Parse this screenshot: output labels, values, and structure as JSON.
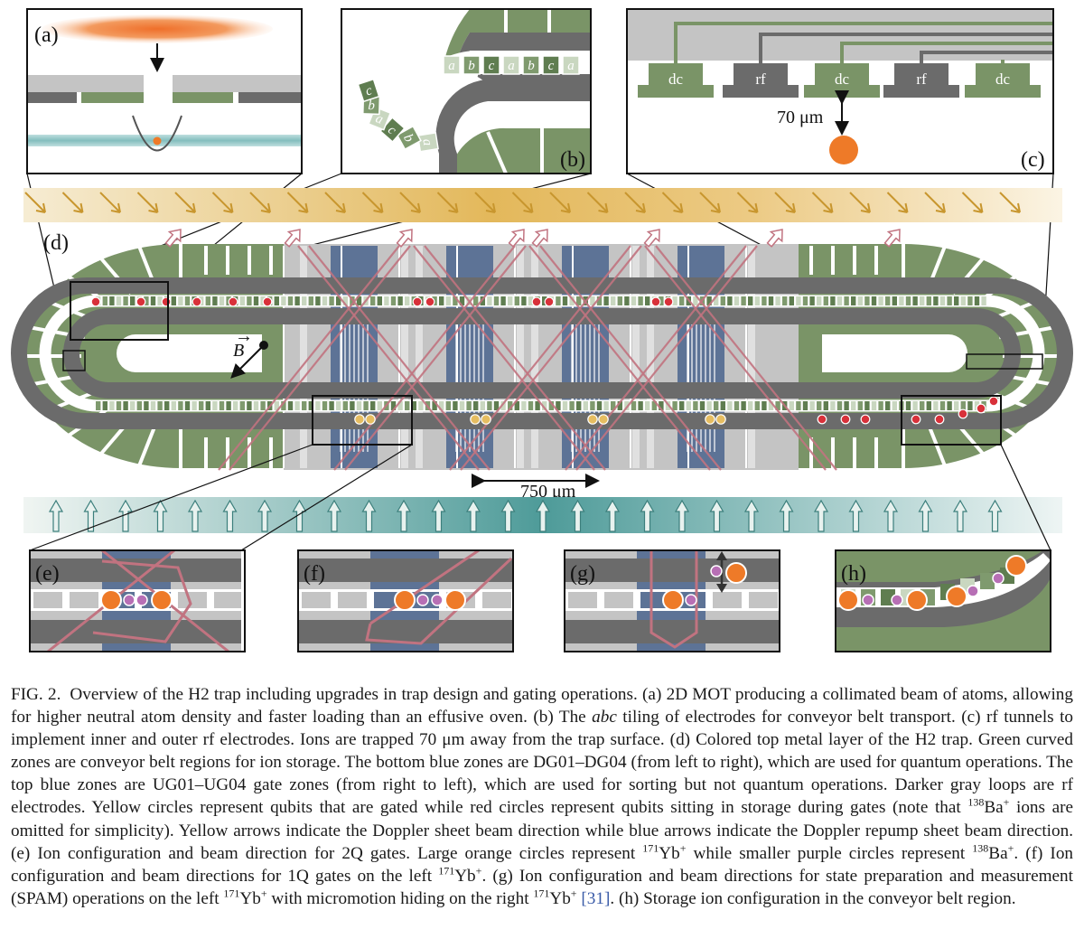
{
  "figure": {
    "panels": {
      "a": "(a)",
      "b": "(b)",
      "c": "(c)",
      "d": "(d)",
      "e": "(e)",
      "f": "(f)",
      "g": "(g)",
      "h": "(h)"
    },
    "panel_b_tiles": [
      "a",
      "b",
      "c",
      "a",
      "b",
      "c",
      "a",
      "b",
      "c",
      "a",
      "b",
      "c",
      "a"
    ],
    "panel_c_electrodes": [
      "dc",
      "rf",
      "dc",
      "rf",
      "dc"
    ],
    "panel_c_distance": "70 μm",
    "scale_bar": "750 μm",
    "field_label": "B",
    "colors": {
      "green": "#7a9467",
      "dark_gray": "#6b6b6b",
      "light_gray": "#c4c4c4",
      "blue": "#5d7396",
      "orange": "#ee7a28",
      "purple": "#b76fb5",
      "red": "#d8313a",
      "yellow": "#e6bd61",
      "beam": "#c17380",
      "teal": "#4e9b99"
    }
  },
  "caption": {
    "label": "FIG. 2.",
    "s1": "Overview of the H2 trap including upgrades in trap design and gating operations. (a) 2D MOT producing a collimated beam of atoms, allowing for higher neutral atom density and faster loading than an effusive oven. (b) The ",
    "s1_italic": "abc",
    "s2": " tiling of electrodes for conveyor belt transport. (c) rf tunnels to implement inner and outer rf electrodes. Ions are trapped 70 μm away from the trap surface. (d) Colored top metal layer of the H2 trap. Green curved zones are conveyor belt regions for ion storage. The bottom blue zones are DG01–DG04 (from left to right), which are used for quantum operations. The top blue zones are UG01–UG04 gate zones (from right to left), which are used for sorting but not quantum operations. Darker gray loops are rf electrodes. Yellow circles represent qubits that are gated while red circles represent qubits sitting in storage during gates (note that ",
    "iso_ba": "138",
    "s3": "Ba",
    "s3_sup": "+",
    "s4": " ions are omitted for simplicity). Yellow arrows indicate the Doppler sheet beam direction while blue arrows indicate the Doppler repump sheet beam direction. (e) Ion configuration and beam direction for 2Q gates. Large orange circles represent ",
    "iso_yb": "171",
    "s5": "Yb",
    "s5_sup": "+",
    "s6": " while smaller purple circles represent ",
    "iso_ba2": "138",
    "s7": "Ba",
    "s7_sup": "+",
    "s8": ". (f) Ion configuration and beam directions for 1Q gates on the left ",
    "iso_yb2": "171",
    "s9": "Yb",
    "s9_sup": "+",
    "s10": ". (g) Ion configuration and beam directions for state preparation and measurement (SPAM) operations on the left ",
    "iso_yb3": "171",
    "s11": "Yb",
    "s11_sup": "+",
    "s12": " with micromotion hiding on the right ",
    "iso_yb4": "171",
    "s13": "Yb",
    "s13_sup": "+",
    "s14_cite": "[31]",
    "s15": ". (h) Storage ion configuration in the conveyor belt region."
  }
}
